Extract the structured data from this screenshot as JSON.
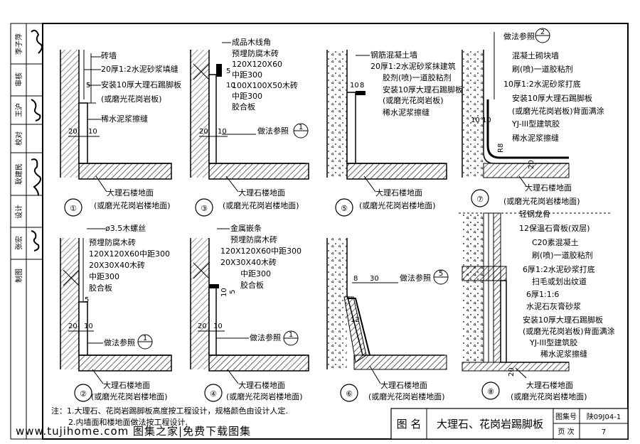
{
  "signature_column": {
    "roles": [
      "李子萍",
      "审核",
      "王沪",
      "校对",
      "耿建民",
      "设计",
      "张宏",
      "制图"
    ]
  },
  "details": [
    {
      "number": "①",
      "labels": [
        "砖墙",
        "20厚1:2水泥砂浆填缝",
        "安装10厚大理石踢脚板",
        "(或磨光花岗岩板)",
        "稀水泥浆擦缝"
      ],
      "dims": [
        "5",
        "20",
        "10"
      ],
      "caption": [
        "大理石楼地面",
        "(或磨光花岗岩楼地面)"
      ]
    },
    {
      "number": "②",
      "labels": [
        "ø3.5木螺丝",
        "预埋防腐木砖",
        "120X120X60中距300",
        "20X30X40木砖",
        "中距300",
        "胶合板"
      ],
      "dims": [
        "5",
        "20",
        "10"
      ],
      "ref": "做法参照",
      "ref_no": "1",
      "caption": [
        "大理石楼地面",
        "(或磨光花岗岩楼地面)"
      ]
    },
    {
      "number": "③",
      "labels": [
        "成品木线角",
        "预埋防腐木砖",
        "120X120X60",
        "中距300",
        "100X100X50木砖",
        "中距300",
        "胶合板"
      ],
      "dims": [
        "5",
        "10",
        "20",
        "10"
      ],
      "ref": "做法参照",
      "ref_no": "1",
      "caption": [
        "大理石楼地面",
        "(或磨光花岗岩楼地面)"
      ]
    },
    {
      "number": "④",
      "labels": [
        "金属嵌条",
        "预埋防腐木砖",
        "120X120X60中距300",
        "20X30X40木砖",
        "中距300",
        "胶合板"
      ],
      "dims": [
        "10",
        "5",
        "20",
        "10"
      ],
      "ref": "做法参照",
      "ref_no": "1",
      "caption": [
        "大理石楼地面",
        "(或磨光花岗岩楼地面)"
      ]
    },
    {
      "number": "⑤",
      "labels": [
        "钢筋混凝土墙",
        "20厚1:2水泥砂浆抹建筑",
        "胶剂(喷)一道胶粘剂",
        "安装10厚大理石踢脚板",
        "(或磨光花岗岩板)",
        "稀水泥浆擦缝"
      ],
      "dims": [
        "10",
        "8"
      ],
      "caption": [
        "大理石楼地面",
        "(或磨光花岗岩楼地面)"
      ]
    },
    {
      "number": "⑥",
      "labels": [],
      "dims": [
        "8",
        "30",
        "12"
      ],
      "ref": "做法参照",
      "ref_no": "5",
      "caption": [
        "大理石楼地面",
        "(或磨光花岗岩楼地面)"
      ]
    },
    {
      "number": "⑦",
      "ref": "做法参照",
      "ref_no": "2",
      "labels": [
        "混凝土砌块墙",
        "刷(喷)一道胶粘剂",
        "10厚1:2水泥砂浆打底",
        "安装10厚大理石踢脚板",
        "(或磨光花岗岩板)背面满涂",
        "YJ-III型建筑胶",
        "稀水泥浆擦缝"
      ],
      "dims": [
        "10",
        "10",
        "R8",
        "20"
      ],
      "caption": [
        "大理石楼地面",
        "(或磨光花岗岩楼地面)"
      ]
    },
    {
      "number": "⑧",
      "labels": [
        "轻钢龙骨 ",
        "12保温石膏板(双层)",
        "C20素混凝土",
        "刷(喷)一道胶粘剂",
        "6厚1:2水泥砂浆打底",
        "扫毛或划出纹道",
        "6厚1:1:6",
        "水泥石灰膏砂浆",
        "安装10厚大理石踢脚板",
        "(或磨光花岗岩板)背面满涂",
        "YJ-III型建筑胶",
        "稀水泥浆擦缝"
      ],
      "dims": [
        "20"
      ],
      "caption": [
        "大理石楼地面",
        "(或磨光花岗岩楼地面)"
      ]
    }
  ],
  "notes": {
    "line1": "注：1.大理石、花岗岩踢脚板高度按工程设计，规格颜色由设计人定.",
    "line2": "2.内墙面和楼地面做法按工程设计."
  },
  "title_block": {
    "tu_ming": "图  名",
    "title": "大理石、花岗岩踢脚板",
    "atlas_label": "图集号",
    "atlas_no": "陕09J04-1",
    "page_label": "页  次",
    "page_no": "7"
  },
  "watermark": "www.tujihome.com 图集之家|免费下载图集"
}
